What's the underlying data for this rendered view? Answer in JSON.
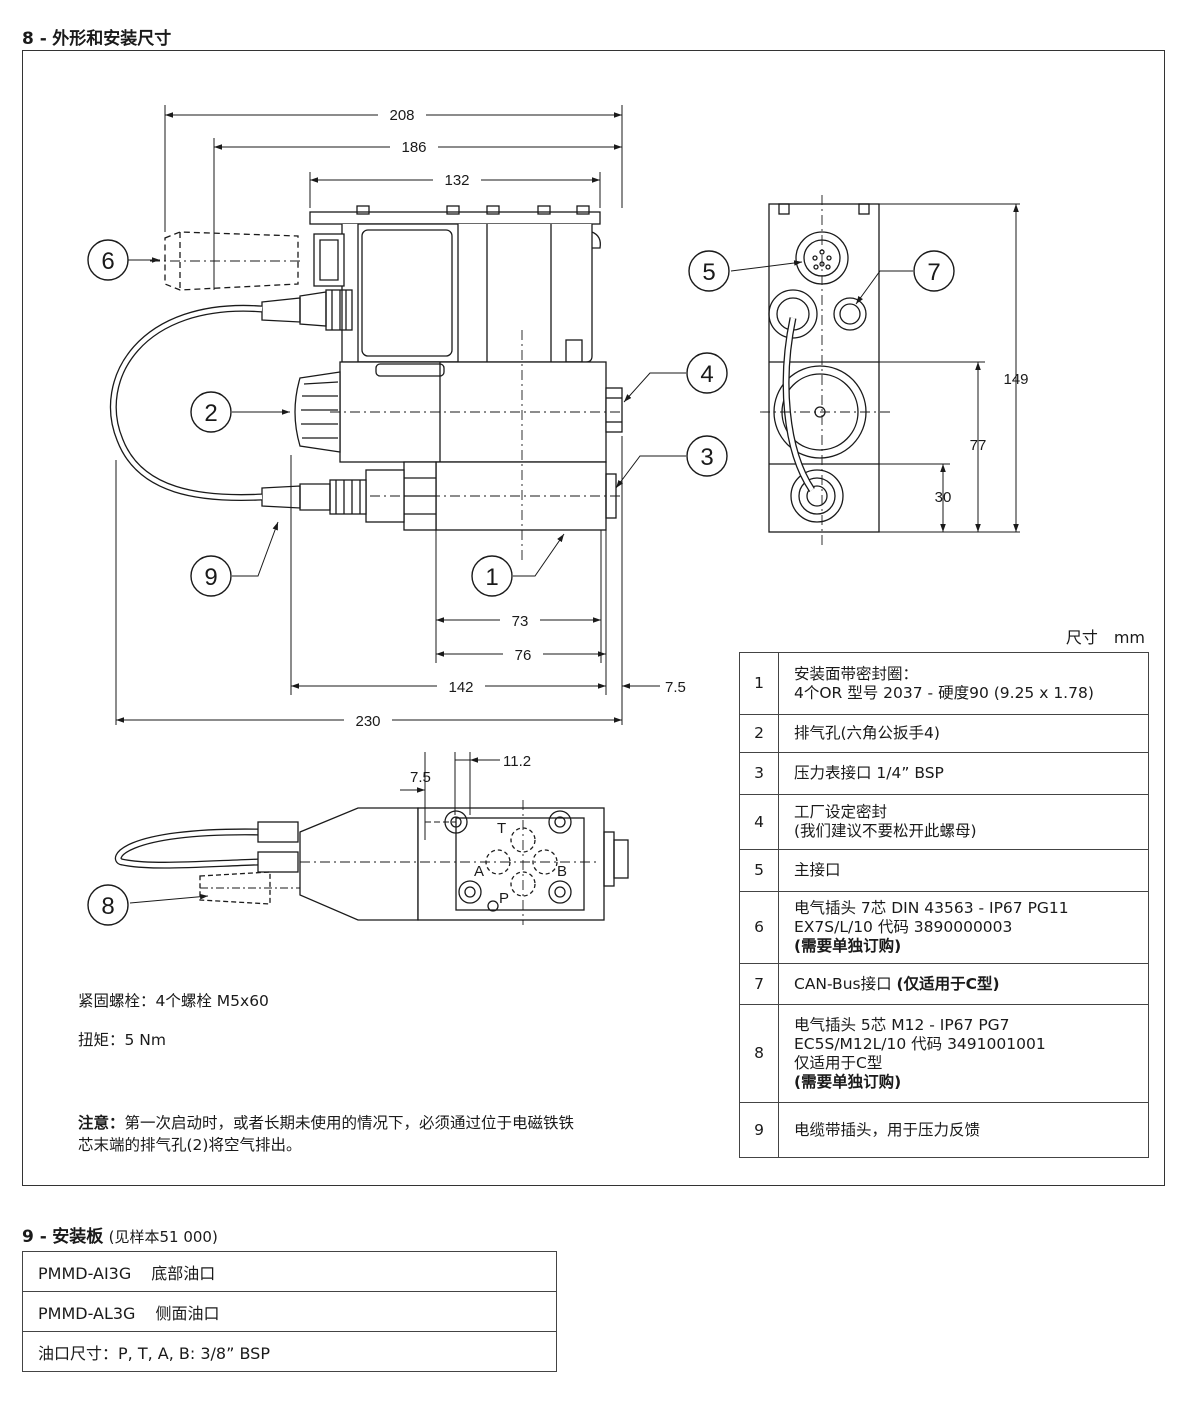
{
  "section8": {
    "num": "8 -",
    "title": "外形和安装尺寸"
  },
  "callouts": [
    "1",
    "2",
    "3",
    "4",
    "5",
    "6",
    "7",
    "8",
    "9"
  ],
  "dims": {
    "d208": "208",
    "d186": "186",
    "d132": "132",
    "d149": "149",
    "d77": "77",
    "d30": "30",
    "d73": "73",
    "d76": "76",
    "d142": "142",
    "d7_5a": "7.5",
    "d230": "230",
    "d11_2": "11.2",
    "d7_5b": "7.5"
  },
  "ports": {
    "t": "T",
    "a": "A",
    "b": "B",
    "p": "P"
  },
  "unit": "尺寸　mm",
  "notes": {
    "bolts": "紧固螺栓：4个螺栓 M5x60",
    "torque": "扭矩：5 Nm",
    "attention_label": "注意：",
    "attention_text1": "第一次启动时，或者长期未使用的情况下，必须通过位于电磁铁铁",
    "attention_text2": "芯末端的排气孔(2)将空气排出。"
  },
  "legend": [
    {
      "n": "1",
      "lines": [
        "安装面带密封圈：",
        "4个OR 型号 2037 - 硬度90 (9.25 x 1.78)"
      ]
    },
    {
      "n": "2",
      "lines": [
        "排气孔(六角公扳手4)"
      ]
    },
    {
      "n": "3",
      "lines": [
        "压力表接口 1/4” BSP"
      ]
    },
    {
      "n": "4",
      "lines": [
        "工厂设定密封",
        "(我们建议不要松开此螺母)"
      ]
    },
    {
      "n": "5",
      "lines": [
        "主接口"
      ]
    },
    {
      "n": "6",
      "lines": [
        "电气插头 7芯 DIN 43563 - IP67 PG11",
        "EX7S/L/10 代码 3890000003"
      ],
      "bold": "(需要单独订购)"
    },
    {
      "n": "7",
      "text": "CAN-Bus接口 ",
      "bold": "(仅适用于C型)"
    },
    {
      "n": "8",
      "lines": [
        "电气插头 5芯 M12 - IP67 PG7",
        "EC5S/M12L/10 代码 3491001001",
        "仅适用于C型"
      ],
      "bold": "(需要单独订购)"
    },
    {
      "n": "9",
      "lines": [
        "电缆带插头，用于压力反馈"
      ]
    }
  ],
  "section9": {
    "num": "9 -",
    "title": "安装板",
    "subtitle": "(见样本51 000)"
  },
  "plates": [
    {
      "code": "PMMD-AI3G",
      "desc": "底部油口"
    },
    {
      "code": "PMMD-AL3G",
      "desc": "侧面油口"
    },
    {
      "text": "油口尺寸：P, T, A, B: 3/8” BSP"
    }
  ]
}
